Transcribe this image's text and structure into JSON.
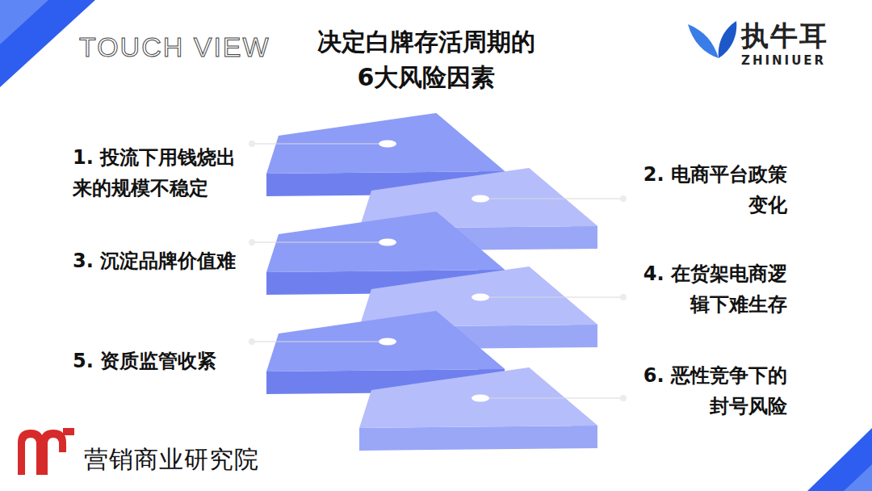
{
  "diagram": {
    "title": "决定白牌存活周期的 6大风险因素",
    "labels": [
      "TOUCH VIEW",
      "执牛耳",
      "ZHINIUER",
      "1. 投流下用钱烧出来的规模不稳定",
      "2. 电商平台政策变化",
      "3. 沉淀品牌价值难",
      "4. 在货架电商逻辑下难生存",
      "5. 资质监管收紧",
      "6. 恶性竞争下的封号风险",
      "营销商业研究院"
    ]
  }
}
